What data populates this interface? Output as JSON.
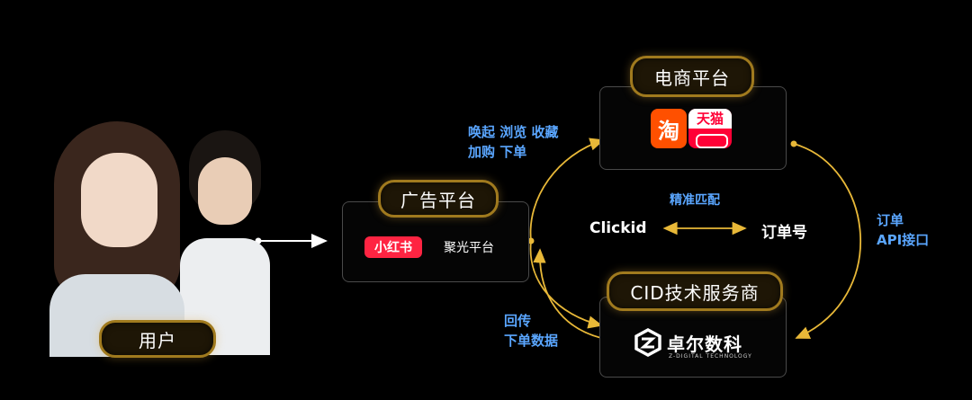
{
  "user": {
    "label": "用户"
  },
  "ad_platform": {
    "title": "广告平台",
    "logo_text": "小红书",
    "name": "聚光平台"
  },
  "ecommerce": {
    "title": "电商平台",
    "logo1_text": "淘",
    "logo2_text": "天猫"
  },
  "cid_provider": {
    "title": "CID技术服务商",
    "logo_name": "卓尔数科",
    "logo_sub": "Z-DIGITAL TECHNOLOGY"
  },
  "arrows": {
    "top_left_line1": "唤起 浏览 收藏",
    "top_left_line2": "加购 下单",
    "bottom_left_line1": "回传",
    "bottom_left_line2": "下单数据",
    "right_line1": "订单",
    "right_line2": "API接口"
  },
  "matching": {
    "title": "精准匹配",
    "left": "Clickid",
    "right": "订单号"
  },
  "colors": {
    "background": "#000000",
    "gold": "#e8b838",
    "blue": "#5aa6ff",
    "xhs_red": "#ff2442",
    "tmall_red": "#ff0036",
    "taobao_orange": "#ff5000"
  }
}
